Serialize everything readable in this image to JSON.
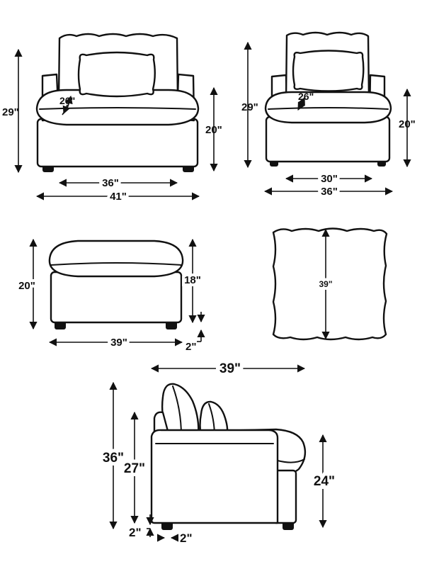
{
  "diagram": {
    "front_chair": {
      "height_total": "29\"",
      "seat_depth": "26\"",
      "seat_height": "20\"",
      "inner_width": "36\"",
      "outer_width": "41\""
    },
    "armless_chair": {
      "height_total": "29\"",
      "seat_depth": "26\"",
      "seat_height": "20\"",
      "inner_width": "30\"",
      "outer_width": "36\""
    },
    "ottoman": {
      "height_total": "20\"",
      "body_height": "18\"",
      "width": "39\"",
      "leg_height": "2\""
    },
    "ottoman_top": {
      "depth": "39\""
    },
    "side_view": {
      "depth": "39\"",
      "height_total": "36\"",
      "back_height": "27\"",
      "seat_height": "24\"",
      "leg_height": "2\"",
      "leg_inset": "2\""
    }
  },
  "colors": {
    "line": "#111111",
    "background": "#ffffff"
  }
}
